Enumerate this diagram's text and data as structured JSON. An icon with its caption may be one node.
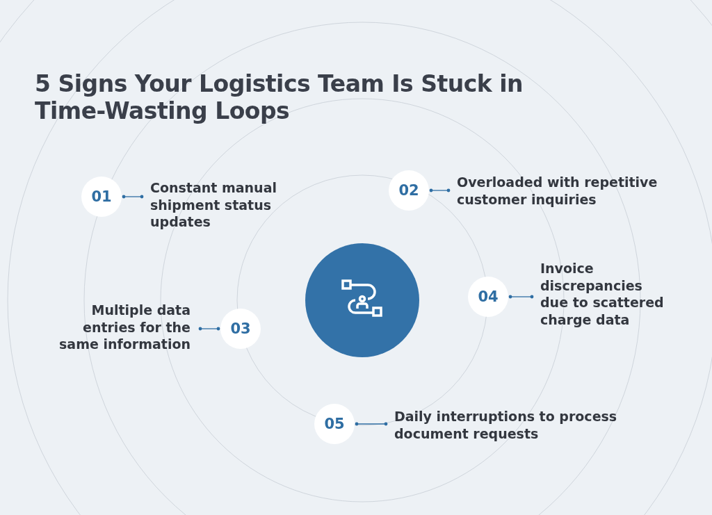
{
  "diagram": {
    "title": "5 Signs Your Logistics Team Is Stuck in Time-Wasting Loops",
    "nodes": [
      {
        "text": [
          "01"
        ]
      },
      {
        "text": [
          "Constant manual shipment status updates"
        ]
      },
      {
        "text": [
          "02"
        ]
      },
      {
        "text": [
          "Overloaded with repetitive customer inquiries"
        ]
      },
      {
        "text": [],
        "shape": "circle"
      },
      {
        "text": [
          "Invoice discrepancies due to scattered charge data"
        ]
      },
      {
        "text": [
          "04"
        ]
      },
      {
        "text": [
          "Multiple data entries for the same information"
        ]
      },
      {
        "text": [
          "03"
        ]
      },
      {
        "text": [
          "05"
        ]
      },
      {
        "text": [
          "Daily interruptions to process document requests"
        ]
      }
    ],
    "edges": [
      {
        "from": 0,
        "to": 1,
        "arrow": "other"
      },
      {
        "from": 2,
        "to": 3,
        "arrow": "other"
      },
      {
        "from": 6,
        "to": 5,
        "arrow": "other"
      },
      {
        "from": 8,
        "to": 7,
        "arrow": "other"
      },
      {
        "from": 9,
        "to": 10,
        "arrow": "other"
      }
    ]
  }
}
